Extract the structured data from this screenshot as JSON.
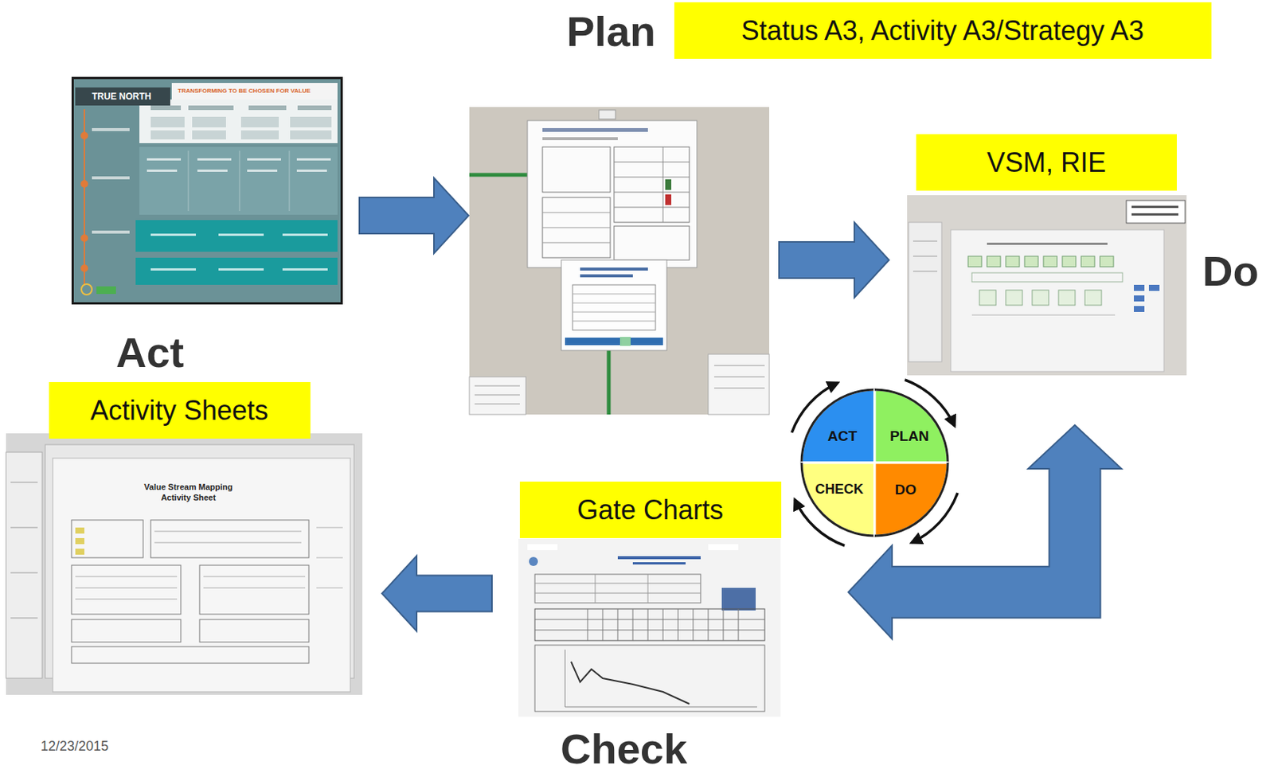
{
  "diagram": {
    "nodes": [
      {
        "text": [
          "TRUE NORTH",
          "TRANSFORMING TO BE CHOSEN FOR VALUE"
        ]
      },
      {
        "text": [
          "Plan",
          "Status A3, Activity A3/Strategy A3"
        ]
      },
      {
        "text": [
          "VSM, RIE",
          "Do"
        ]
      },
      {
        "text": [
          "Gate Charts",
          "Check"
        ]
      },
      {
        "text": [
          "Act",
          "Activity Sheets",
          "Value Stream Mapping Activity Sheet"
        ]
      },
      {
        "text": [
          "ACT"
        ]
      },
      {
        "text": [
          "PLAN"
        ]
      },
      {
        "text": [
          "CHECK"
        ]
      },
      {
        "text": [
          "DO"
        ]
      }
    ],
    "edges": [
      {
        "from": 0,
        "to": 1,
        "arrow": "to"
      },
      {
        "from": 1,
        "to": 2,
        "arrow": "to"
      },
      {
        "from": 2,
        "to": 3,
        "arrow": "both"
      },
      {
        "from": 3,
        "to": 4,
        "arrow": "to"
      }
    ],
    "labels": [
      "12/23/2015"
    ]
  }
}
